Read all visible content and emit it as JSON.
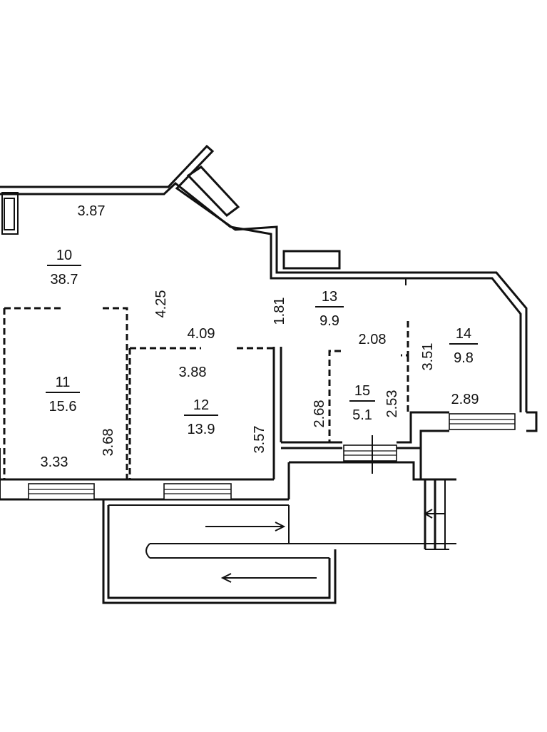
{
  "rooms": [
    {
      "number": "10",
      "area": "38.7"
    },
    {
      "number": "11",
      "area": "15.6"
    },
    {
      "number": "12",
      "area": "13.9"
    },
    {
      "number": "13",
      "area": "9.9"
    },
    {
      "number": "14",
      "area": "9.8"
    },
    {
      "number": "15",
      "area": "5.1"
    }
  ],
  "dimensions": {
    "d_387": "3.87",
    "d_425": "4.25",
    "d_409": "4.09",
    "d_181": "1.81",
    "d_388": "3.88",
    "d_208": "2.08",
    "d_351": "3.51",
    "d_368": "3.68",
    "d_333": "3.33",
    "d_357": "3.57",
    "d_268": "2.68",
    "d_253": "2.53",
    "d_289": "2.89"
  }
}
